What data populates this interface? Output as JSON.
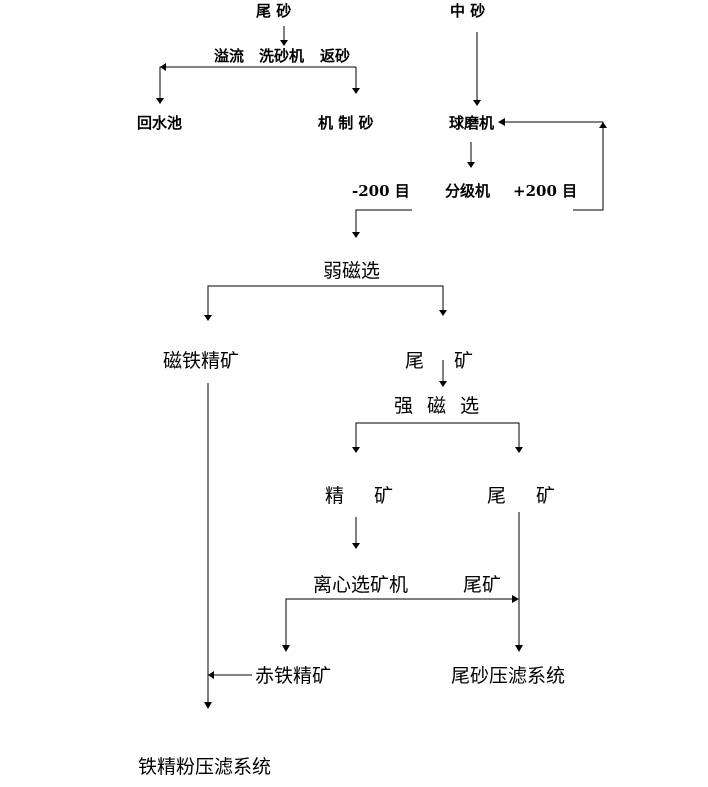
{
  "nodes": {
    "tail_sand": "尾 砂",
    "mid_sand": "中 砂",
    "overflow": "溢流",
    "sand_washer": "洗砂机",
    "return_sand": "返砂",
    "return_pool": "回水池",
    "machine_sand": "机 制 砂",
    "ball_mill": "球磨机",
    "minus_200": "-200 目",
    "classifier": "分级机",
    "plus_200": "+200 目",
    "weak_mag": "弱磁选",
    "mag_iron_conc": "磁铁精矿",
    "tailings_1": "尾 矿",
    "strong_mag": "强 磁 选",
    "concentrate": "精 矿",
    "tailings_2": "尾 矿",
    "centrifuge": "离心选矿机",
    "tailings_3": "尾矿",
    "hematite_conc": "赤铁精矿",
    "tail_filter": "尾砂压滤系统",
    "iron_filter": "铁精粉压滤系统"
  }
}
